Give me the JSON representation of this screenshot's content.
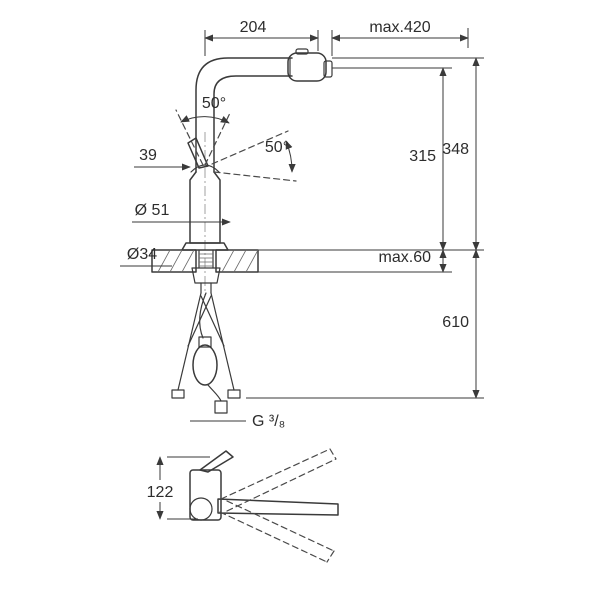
{
  "dims": {
    "top_span": "204",
    "max_pullout": "max.420",
    "handle_angle_front": "50°",
    "handle_angle_side": "50°",
    "handle_width": "39",
    "outlet_height": "315",
    "overall_height": "348",
    "body_diameter": "Ø 51",
    "hole_diameter": "Ø34",
    "deck_thickness": "max.60",
    "hose_drop": "610",
    "thread_size": "G ³/₈",
    "side_height": "122"
  },
  "colors": {
    "line": "#3a3a3a",
    "background": "#ffffff"
  }
}
